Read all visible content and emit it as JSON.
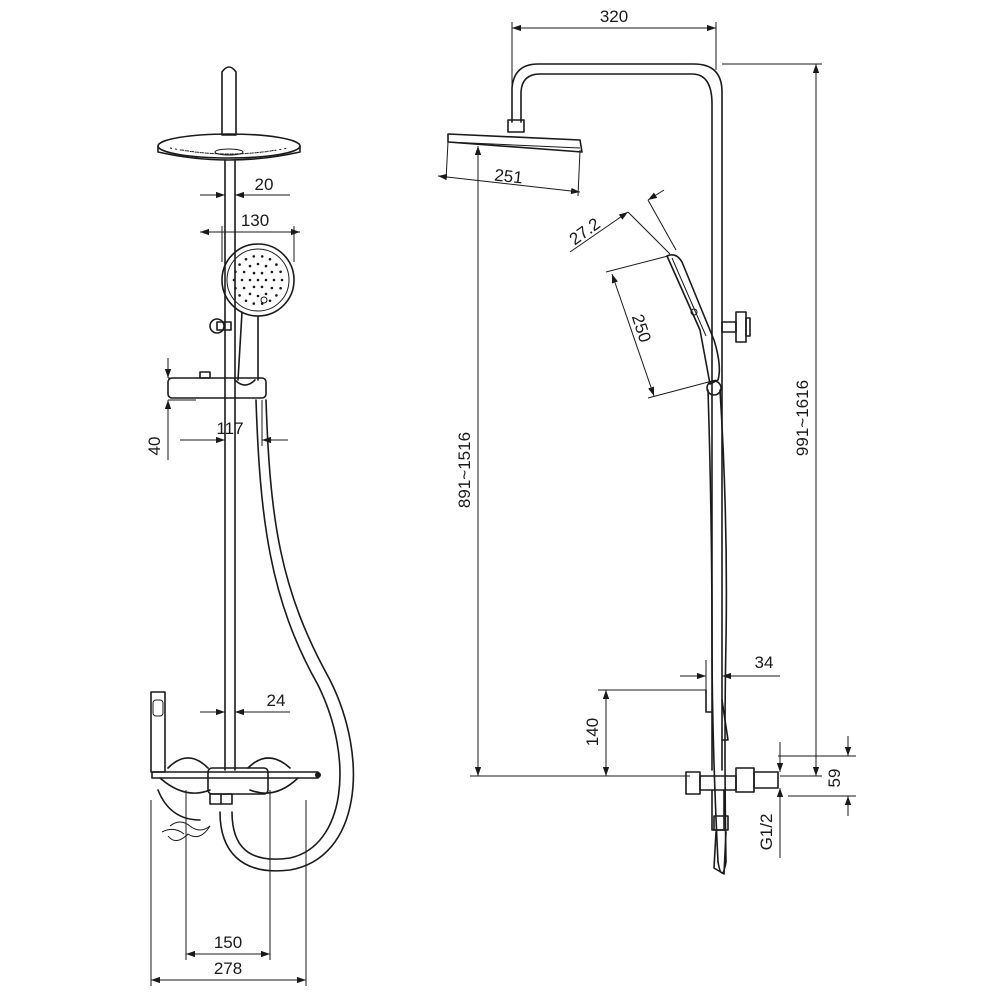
{
  "dimensions": {
    "front_arm_width": "20",
    "hand_shower_diameter": "130",
    "holder_offset": "117",
    "holder_height": "40",
    "pipe_diameter": "24",
    "inlet_spacing": "150",
    "overall_width": "278",
    "head_reach": "320",
    "head_diameter": "251",
    "hand_shower_thickness": "27.2",
    "hand_shower_length": "250",
    "head_height_range": "891~1516",
    "overall_height_range": "991~1616",
    "bar_width": "34",
    "bar_offset": "140",
    "mixer_depth": "59",
    "thread": "G1/2"
  }
}
